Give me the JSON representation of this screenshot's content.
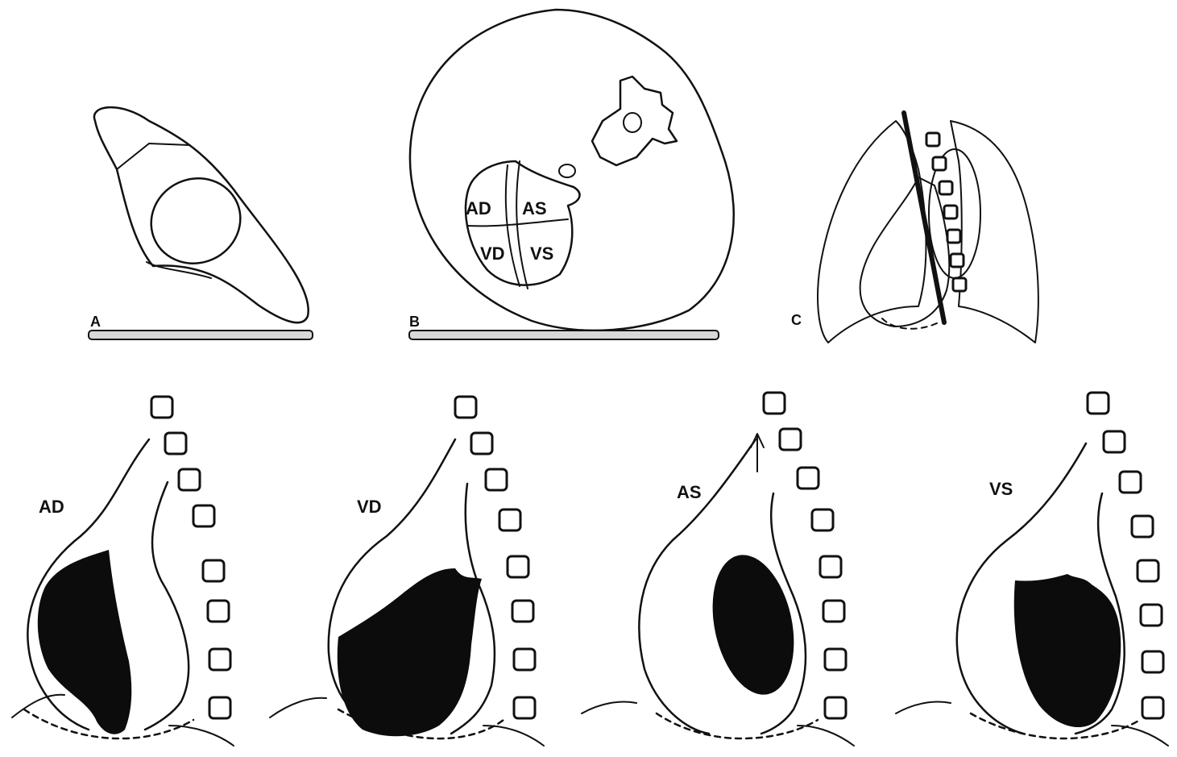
{
  "panels": {
    "a": {
      "letter": "A"
    },
    "b": {
      "letter": "B",
      "chambers": [
        "AD",
        "AS",
        "VD",
        "VS"
      ]
    },
    "c": {
      "letter": "C"
    }
  },
  "views": [
    {
      "label": "AD"
    },
    {
      "label": "VD"
    },
    {
      "label": "AS"
    },
    {
      "label": "VS"
    }
  ],
  "colors": {
    "ink": "#111111",
    "paper": "#ffffff"
  }
}
